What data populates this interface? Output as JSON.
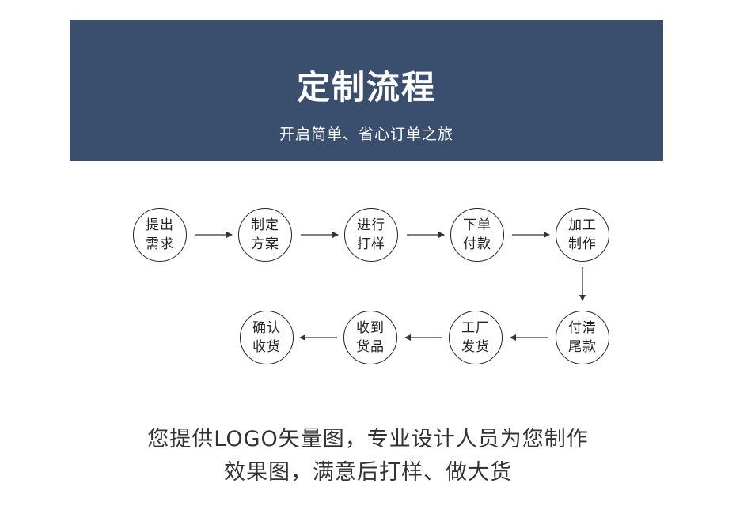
{
  "banner": {
    "title": "定制流程",
    "subtitle": "开启简单、省心订单之旅",
    "background": "#3a4e6d"
  },
  "steps": [
    {
      "line1": "提出",
      "line2": "需求"
    },
    {
      "line1": "制定",
      "line2": "方案"
    },
    {
      "line1": "进行",
      "line2": "打样"
    },
    {
      "line1": "下单",
      "line2": "付款"
    },
    {
      "line1": "加工",
      "line2": "制作"
    },
    {
      "line1": "付清",
      "line2": "尾款"
    },
    {
      "line1": "工厂",
      "line2": "发货"
    },
    {
      "line1": "收到",
      "line2": "货品"
    },
    {
      "line1": "确认",
      "line2": "收货"
    }
  ],
  "description": {
    "line1": "您提供LOGO矢量图，专业设计人员为您制作",
    "line2": "效果图，满意后打样、做大货"
  }
}
